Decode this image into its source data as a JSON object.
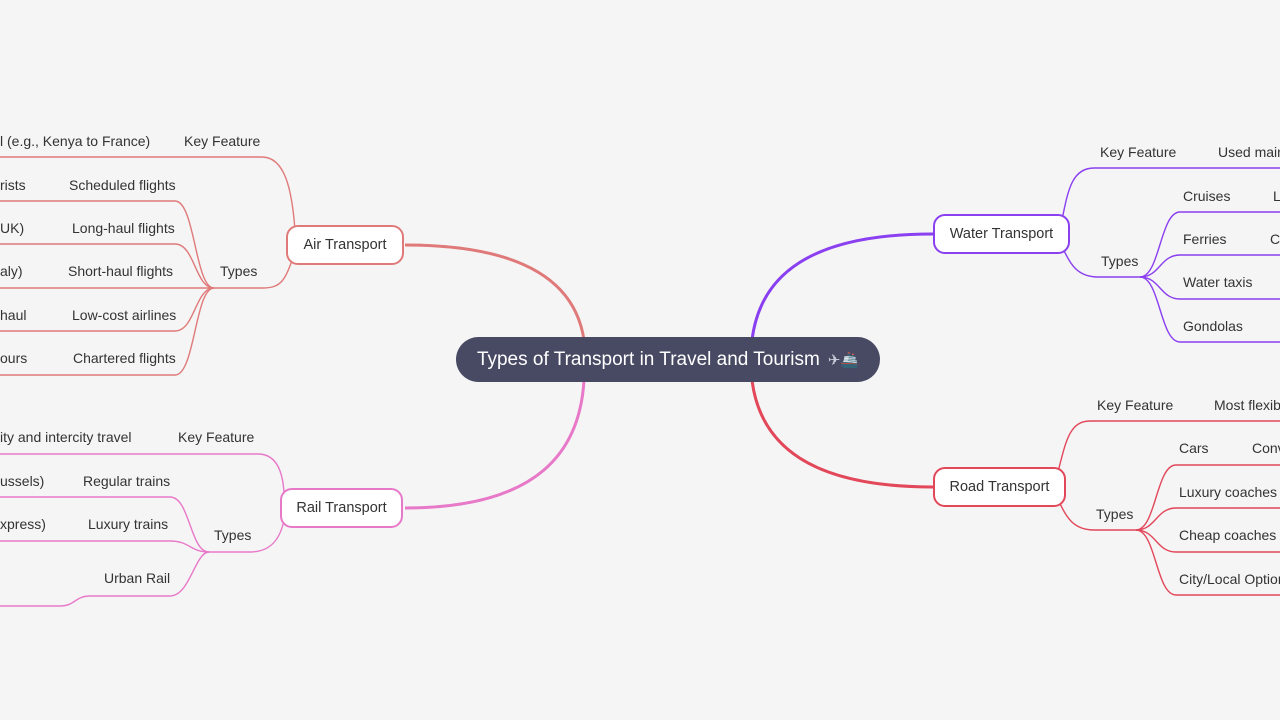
{
  "central": {
    "title": "Types of Transport in Travel and Tourism",
    "icons": "✈🚢"
  },
  "colors": {
    "air": "#e07a7a",
    "rail": "#e879c9",
    "water": "#8a3ff0",
    "road": "#e2475a",
    "central_bg": "#484a64",
    "canvas": "#f5f5f5"
  },
  "air": {
    "label": "Air Transport",
    "key_feature": {
      "label": "Key Feature",
      "detail": "l (e.g., Kenya to France)"
    },
    "types_label": "Types",
    "types": [
      {
        "label": "Scheduled flights",
        "detail": "rists"
      },
      {
        "label": "Long-haul flights",
        "detail": "UK)"
      },
      {
        "label": "Short-haul flights",
        "detail": "aly)"
      },
      {
        "label": "Low-cost airlines",
        "detail": "haul"
      },
      {
        "label": "Chartered flights",
        "detail": "ours"
      }
    ]
  },
  "rail": {
    "label": "Rail Transport",
    "key_feature": {
      "label": "Key Feature",
      "detail": "ity and intercity travel"
    },
    "types_label": "Types",
    "types": [
      {
        "label": "Regular trains",
        "detail": "ussels)"
      },
      {
        "label": "Luxury trains",
        "detail": "xpress)"
      },
      {
        "label": "Urban Rail",
        "detail": ""
      }
    ]
  },
  "water": {
    "label": "Water Transport",
    "key_feature": {
      "label": "Key Feature",
      "detail": "Used main"
    },
    "types_label": "Types",
    "types": [
      {
        "label": "Cruises",
        "detail": "L"
      },
      {
        "label": "Ferries",
        "detail": "C"
      },
      {
        "label": "Water taxis",
        "detail": ""
      },
      {
        "label": "Gondolas",
        "detail": ""
      }
    ]
  },
  "road": {
    "label": "Road Transport",
    "key_feature": {
      "label": "Key Feature",
      "detail": "Most flexib"
    },
    "types_label": "Types",
    "types": [
      {
        "label": "Cars",
        "detail": "Conv"
      },
      {
        "label": "Luxury coaches",
        "detail": ""
      },
      {
        "label": "Cheap coaches",
        "detail": ""
      },
      {
        "label": "City/Local Option",
        "detail": ""
      }
    ]
  }
}
